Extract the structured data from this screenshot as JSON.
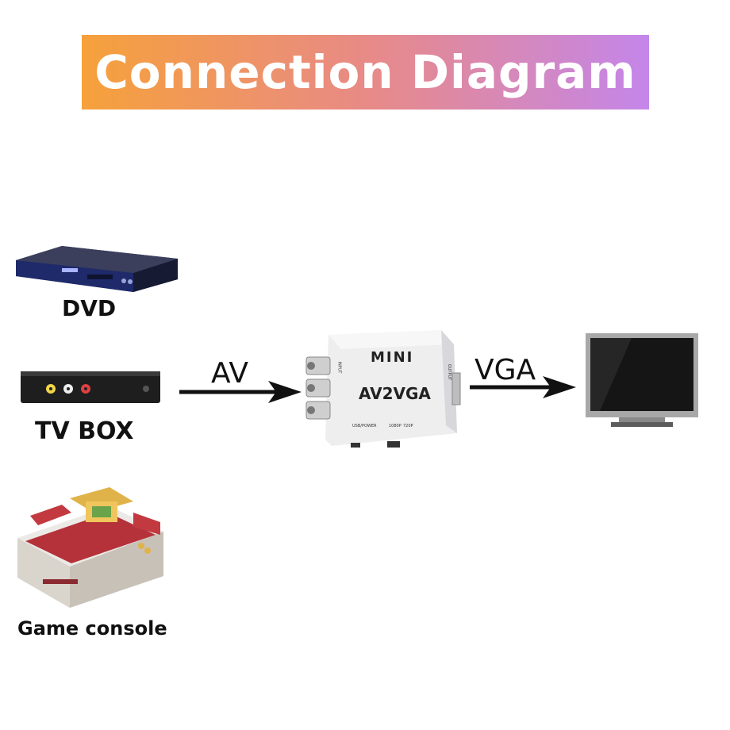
{
  "banner": {
    "title": "Connection Diagram"
  },
  "sources": [
    {
      "label": "DVD",
      "icon": "dvd-player-icon"
    },
    {
      "label": "TV BOX",
      "icon": "tv-box-icon"
    },
    {
      "label": "Game console",
      "icon": "game-console-icon"
    }
  ],
  "adapter": {
    "brand": "MINI",
    "model": "AV2VGA",
    "input_label": "INPUT",
    "output_label": "OUTPUT",
    "usb_label": "USB/POWER",
    "switch_left": "1080P",
    "switch_right": "720P"
  },
  "arrows": {
    "left": "AV",
    "right": "VGA"
  },
  "display": {
    "icon": "monitor-icon"
  },
  "colors": {
    "banner_start": "#f6a13b",
    "banner_end": "#c486ea"
  }
}
